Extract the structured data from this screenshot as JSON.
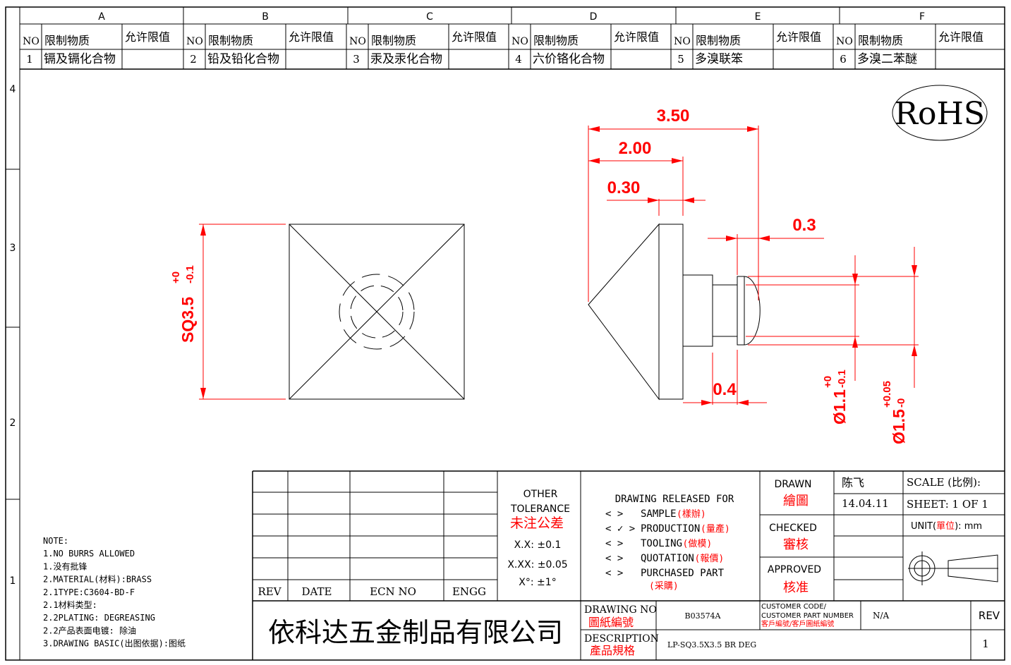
{
  "zones_top": [
    "A",
    "B",
    "C",
    "D",
    "E",
    "F"
  ],
  "zones_side": [
    "4",
    "3",
    "2",
    "1"
  ],
  "restricted": {
    "no_label": "NO",
    "substance_label": "限制物质",
    "limit_label": "允许限值",
    "rows": [
      {
        "no": "1",
        "substance": "镉及镉化合物"
      },
      {
        "no": "2",
        "substance": "铅及铅化合物"
      },
      {
        "no": "3",
        "substance": "汞及汞化合物"
      },
      {
        "no": "4",
        "substance": "六价铬化合物"
      },
      {
        "no": "5",
        "substance": "多溴联笨"
      },
      {
        "no": "6",
        "substance": "多溴二苯醚"
      }
    ]
  },
  "rohs": "RoHS",
  "dims": {
    "d350": "3.50",
    "d200": "2.00",
    "d030": "0.30",
    "d03": "0.3",
    "d04": "0.4",
    "sq_main": "SQ3.5",
    "sq_tol_up": "+0",
    "sq_tol_dn": "-0.1",
    "d11_main": "Ø1.1",
    "d11_up": "+0",
    "d11_dn": "-0.1",
    "d15_main": "Ø1.5",
    "d15_up": "+0.05",
    "d15_dn": "-0"
  },
  "notes": [
    "NOTE:",
    "1.NO BURRS ALLOWED",
    "1.没有批锋",
    "2.MATERIAL(材料):BRASS",
    "2.1TYPE:C3604-BD-F",
    "2.1材料类型:",
    "2.2PLATING: DEGREASING",
    "2.2产品表面电镀: 除油",
    "3.DRAWING BASIC(出图依据):图纸"
  ],
  "revision_headers": {
    "rev": "REV",
    "date": "DATE",
    "ecn": "ECN NO",
    "engg": "ENGG"
  },
  "tolerance": {
    "line1": "OTHER",
    "line2": "TOLERANCE",
    "cn": "未注公差",
    "xx": "X.X: ±0.1",
    "xxx": "X.XX: ±0.05",
    "ang": "X°: ±1°"
  },
  "release": {
    "title": "DRAWING RELEASED FOR",
    "items": [
      {
        "mark": "<    >",
        "en": "SAMPLE",
        "cn": "(樣辦)"
      },
      {
        "mark": "<  ✓ >",
        "en": "PRODUCTION",
        "cn": "(量產)"
      },
      {
        "mark": "<    >",
        "en": "TOOLING",
        "cn": "(做模)"
      },
      {
        "mark": "<    >",
        "en": "QUOTATION",
        "cn": "(報價)"
      },
      {
        "mark": "<    >",
        "en": "PURCHASED PART",
        "cn": "(采購)"
      }
    ]
  },
  "approvals": {
    "drawn_en": "DRAWN",
    "drawn_cn": "繪圖",
    "drawn_name": "陈飞",
    "drawn_date": "14.04.11",
    "checked_en": "CHECKED",
    "checked_cn": "審核",
    "approved_en": "APPROVED",
    "approved_cn": "核准"
  },
  "scale": {
    "label": "SCALE (比例):",
    "sheet": "SHEET:  1 OF 1",
    "unit_label": "UNIT(",
    "unit_cn": "單位",
    "unit_val": "): mm"
  },
  "company": "依科达五金制品有限公司",
  "drawing_no": {
    "en": "DRAWING NO",
    "cn": "圖紙編號",
    "value": "B03574A"
  },
  "customer": {
    "en": "CUSTOMER CODE/",
    "en2": "CUSTOMER PART NUMBER",
    "cn": "客戶編號/客戶圖紙編號",
    "value": "N/A"
  },
  "rev_block": {
    "label": "REV",
    "value": "1"
  },
  "description": {
    "en": "DESCRIPTION",
    "cn": "產品規格",
    "value": "LP-SQ3.5X3.5 BR DEG"
  }
}
